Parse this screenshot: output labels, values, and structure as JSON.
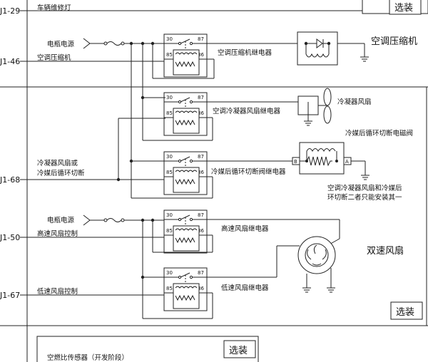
{
  "pins": {
    "j1_29": "J1-29",
    "j1_46": "J1-46",
    "j1_68": "J1-68",
    "j1_50": "J1-50",
    "j1_67": "J1-67"
  },
  "labels": {
    "top_vehicle_light": "车辆维修灯",
    "battery_power_1": "电瓶电源",
    "ac_compressor_signal": "空调压缩机",
    "ac_compressor_relay": "空调压缩机继电器",
    "ac_compressor": "空调压缩机",
    "condenser_fan_relay": "空调冷凝器风扇继电器",
    "condenser_fan": "冷凝器风扇",
    "refrigerant_solenoid": "冷媒后循环切断电磁阀",
    "condenser_or_cutoff_line1": "冷凝器风扇或",
    "condenser_or_cutoff_line2": "冷媒后循环切断",
    "refrigerant_relay": "冷媒后循环切断阀继电器",
    "note_line1": "空调冷凝器风扇和冷媒后",
    "note_line2": "环切断二者只能安装其一",
    "battery_power_2": "电瓶电源",
    "high_speed_control": "高速风扇控制",
    "high_speed_relay": "高速风扇继电器",
    "dual_speed_fan": "双速风扇",
    "low_speed_control": "低速风扇控制",
    "low_speed_relay": "低速风扇继电器",
    "afr_sensor": "空燃比传感器（开发阶段）",
    "optional_1": "选装",
    "optional_2": "选装",
    "optional_3": "选装",
    "terminal_b": "B",
    "terminal_a": "A"
  },
  "relay_pins": {
    "p30": "30",
    "p87": "87",
    "p85": "85",
    "p86": "86"
  },
  "icons": [
    "diode-icon",
    "fan-icon",
    "motor-icon",
    "ground-icon",
    "fuse-icon",
    "coil-icon"
  ]
}
